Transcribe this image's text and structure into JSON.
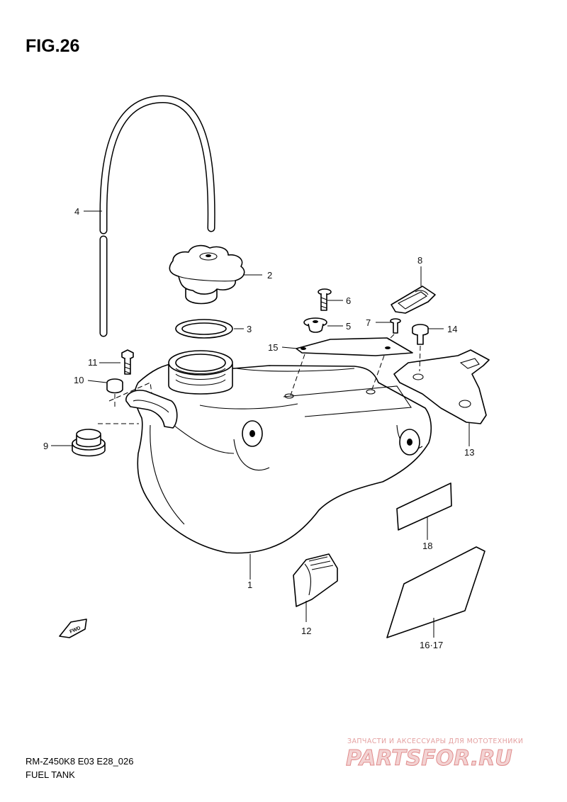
{
  "figure": {
    "title": "FIG.26",
    "model_code": "RM-Z450K8 E03 E28_026",
    "caption": "FUEL TANK",
    "fwd_label": "FWD"
  },
  "watermark": {
    "tagline": "ЗАПЧАСТИ И АКСЕССУАРЫ ДЛЯ МОТОТЕХНИКИ",
    "brand": "PARTSFOR.RU"
  },
  "callouts": [
    {
      "id": "c1",
      "text": "1"
    },
    {
      "id": "c2",
      "text": "2"
    },
    {
      "id": "c3",
      "text": "3"
    },
    {
      "id": "c4",
      "text": "4"
    },
    {
      "id": "c5",
      "text": "5"
    },
    {
      "id": "c6",
      "text": "6"
    },
    {
      "id": "c7",
      "text": "7"
    },
    {
      "id": "c8",
      "text": "8"
    },
    {
      "id": "c9",
      "text": "9"
    },
    {
      "id": "c10",
      "text": "10"
    },
    {
      "id": "c11",
      "text": "11"
    },
    {
      "id": "c12",
      "text": "12"
    },
    {
      "id": "c13",
      "text": "13"
    },
    {
      "id": "c14",
      "text": "14"
    },
    {
      "id": "c15",
      "text": "15"
    },
    {
      "id": "c16",
      "text": "16·17"
    },
    {
      "id": "c18",
      "text": "18"
    }
  ]
}
